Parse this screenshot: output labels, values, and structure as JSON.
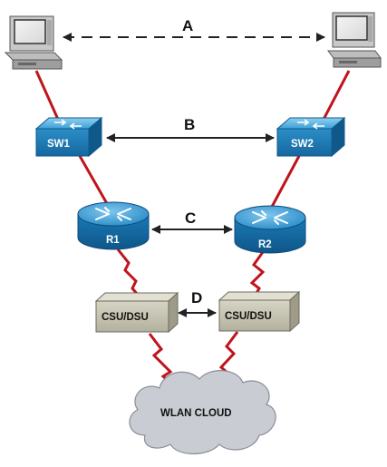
{
  "diagram": {
    "links": {
      "a_label": "A",
      "b_label": "B",
      "c_label": "C",
      "d_label": "D"
    },
    "devices": {
      "switch_left": "SW1",
      "switch_right": "SW2",
      "router_left": "R1",
      "router_right": "R2",
      "csu_left": "CSU/DSU",
      "csu_right": "CSU/DSU",
      "cloud": "WLAN CLOUD"
    },
    "colors": {
      "cable": "#c0141c",
      "switch_fill": "#2f8fc7",
      "router_fill": "#1f86c4",
      "csu_fill": "#c8c6b4",
      "cloud_fill": "#c9ccd2",
      "arrow": "#222222"
    },
    "icons": [
      "workstation-icon",
      "switch-icon",
      "router-icon",
      "csu-dsu-icon",
      "cloud-icon"
    ]
  }
}
